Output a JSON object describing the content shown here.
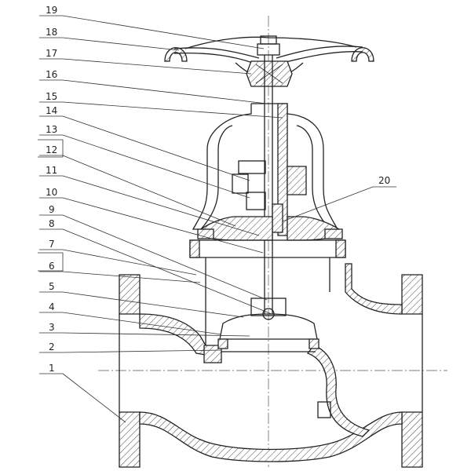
{
  "callouts": {
    "left": [
      "19",
      "18",
      "17",
      "16",
      "15",
      "14",
      "13",
      "12",
      "11",
      "10",
      "9",
      "8",
      "7",
      "6",
      "5",
      "4",
      "3",
      "2",
      "1"
    ],
    "right": [
      "20"
    ]
  }
}
